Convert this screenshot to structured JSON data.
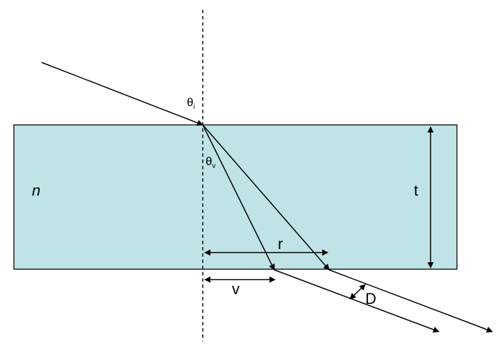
{
  "colors": {
    "slab_fill": "#bfe3e6",
    "stroke": "#000000",
    "background": "#ffffff"
  },
  "labels": {
    "refractive_index": "n",
    "thickness": "t",
    "theta_i_symbol": "θ",
    "theta_i_sub": "i",
    "theta_v_symbol": "θ",
    "theta_v_sub": "v",
    "r": "r",
    "v": "v",
    "D": "D"
  }
}
